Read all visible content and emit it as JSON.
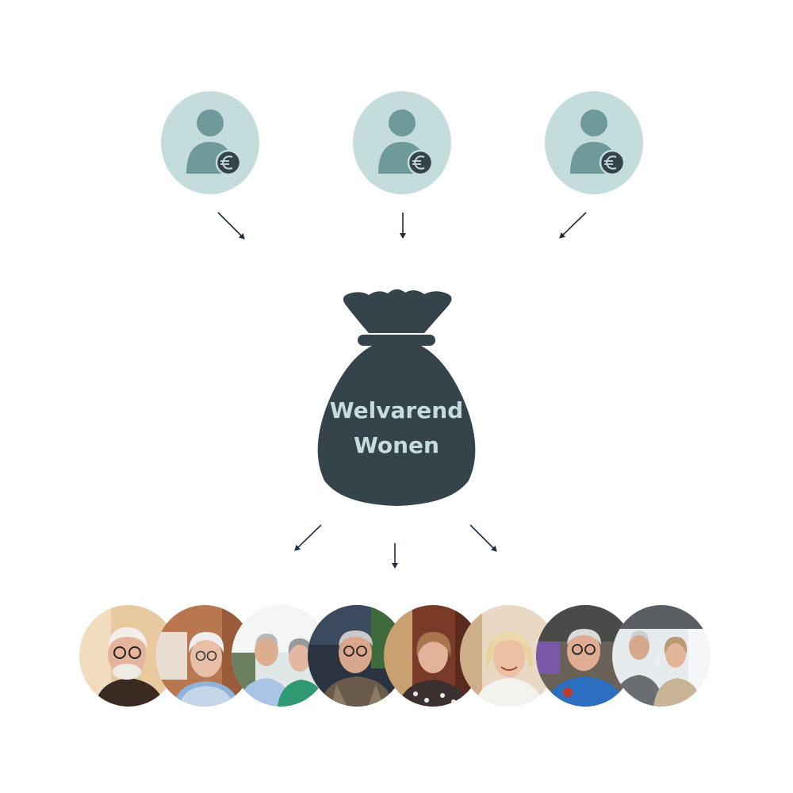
{
  "bag": {
    "label_line1": "Welvarend",
    "label_line2": "Wonen"
  },
  "investors": [
    {
      "icon": "investor-euro-icon"
    },
    {
      "icon": "investor-euro-icon"
    },
    {
      "icon": "investor-euro-icon"
    }
  ],
  "residents": [
    {
      "icon": "resident-photo-man-glasses"
    },
    {
      "icon": "resident-photo-woman-glasses"
    },
    {
      "icon": "resident-photo-couple"
    },
    {
      "icon": "resident-photo-man-glasses-plaid"
    },
    {
      "icon": "resident-photo-woman-blouse"
    },
    {
      "icon": "resident-photo-woman-smiling"
    },
    {
      "icon": "resident-photo-man-blue-shirt"
    },
    {
      "icon": "resident-photo-couple-toast"
    }
  ],
  "colors": {
    "investor_circle": "#c5dcdd",
    "investor_person": "#6f9a9c",
    "euro_badge": "#34444a",
    "bag": "#34444a",
    "bag_text": "#c5dcdd",
    "arrow": "#1f2d3d"
  }
}
